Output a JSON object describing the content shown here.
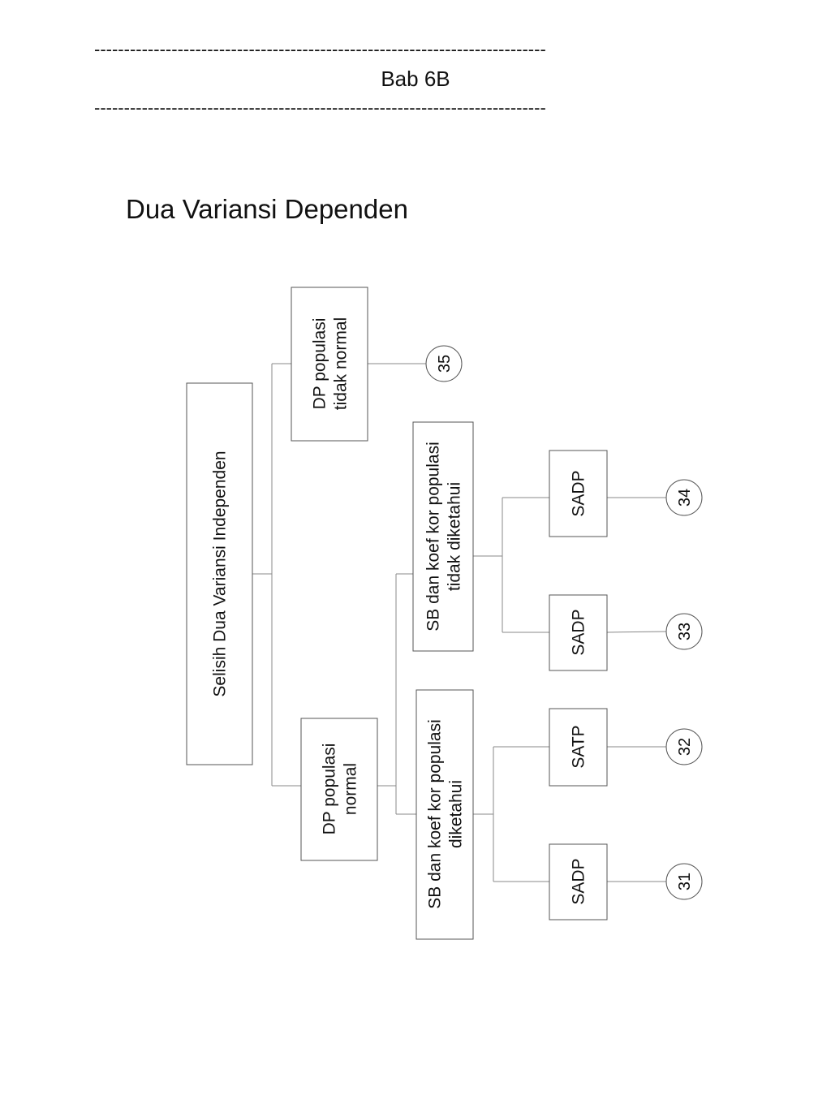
{
  "header": {
    "rule_top": "----------------------------------------------------------------------------",
    "chapter": "Bab 6B",
    "rule_bottom": "----------------------------------------------------------------------------"
  },
  "title": "Dua Variansi Dependen",
  "diagram": {
    "root": [
      "Selisih Dua Variansi Independen"
    ],
    "dp_tidak_normal": [
      "DP populasi",
      "tidak normal"
    ],
    "dp_normal": [
      "DP populasi",
      "normal"
    ],
    "sb_tidak_diketahui": [
      "SB dan koef kor populasi",
      "tidak diketahui"
    ],
    "sb_diketahui": [
      "SB dan koef kor populasi",
      "diketahui"
    ],
    "leaf_34": [
      "SADP"
    ],
    "leaf_33": [
      "SADP"
    ],
    "leaf_32": [
      "SATP"
    ],
    "leaf_31": [
      "SADP"
    ],
    "num_35": "35",
    "num_34": "34",
    "num_33": "33",
    "num_32": "32",
    "num_31": "31"
  }
}
